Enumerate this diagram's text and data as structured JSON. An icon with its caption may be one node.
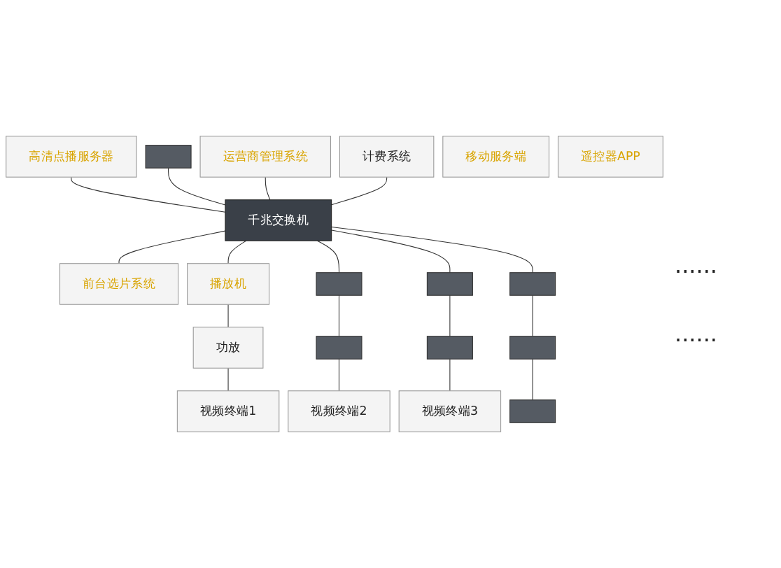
{
  "diagram": {
    "nodes": [
      {
        "text": [
          "高清点播服务器"
        ]
      },
      {
        "text": [],
        "shape": "box"
      },
      {
        "text": [
          "千兆交换机"
        ]
      },
      {
        "text": [
          "运营商管理系统"
        ]
      },
      {
        "text": [
          "计费系统"
        ]
      },
      {
        "text": [
          "移动服务端"
        ]
      },
      {
        "text": [
          "前台选片系统"
        ]
      },
      {
        "text": [
          "播放机"
        ]
      },
      {
        "text": [
          "功放"
        ]
      },
      {
        "text": [
          "视频终端1"
        ]
      },
      {
        "text": [],
        "shape": "box"
      },
      {
        "text": [],
        "shape": "box"
      },
      {
        "text": [
          "视频终端2"
        ]
      },
      {
        "text": [],
        "shape": "box"
      },
      {
        "text": [],
        "shape": "box"
      },
      {
        "text": [
          "视频终端3"
        ]
      },
      {
        "text": [
          "遥控器APP"
        ]
      },
      {
        "text": [],
        "shape": "box"
      },
      {
        "text": [],
        "shape": "box"
      },
      {
        "text": [],
        "shape": "box"
      }
    ],
    "edges": [
      {
        "from": 0,
        "to": 2,
        "arrow": "none"
      },
      {
        "from": 1,
        "to": 2,
        "arrow": "none"
      },
      {
        "from": 3,
        "to": 2,
        "arrow": "none"
      },
      {
        "from": 4,
        "to": 2,
        "arrow": "none"
      },
      {
        "from": 2,
        "to": 6,
        "arrow": "none"
      },
      {
        "from": 2,
        "to": 7,
        "arrow": "none"
      },
      {
        "from": 2,
        "to": 10,
        "arrow": "none"
      },
      {
        "from": 2,
        "to": 13,
        "arrow": "none"
      },
      {
        "from": 2,
        "to": 17,
        "arrow": "none"
      },
      {
        "from": 7,
        "to": 8,
        "arrow": "none"
      },
      {
        "from": 8,
        "to": 9,
        "arrow": "none"
      },
      {
        "from": 10,
        "to": 11,
        "arrow": "none"
      },
      {
        "from": 11,
        "to": 12,
        "arrow": "none"
      },
      {
        "from": 13,
        "to": 14,
        "arrow": "none"
      },
      {
        "from": 14,
        "to": 15,
        "arrow": "none"
      },
      {
        "from": 17,
        "to": 18,
        "arrow": "none"
      },
      {
        "from": 18,
        "to": 19,
        "arrow": "none"
      }
    ],
    "labels": [
      "......",
      "......"
    ]
  }
}
